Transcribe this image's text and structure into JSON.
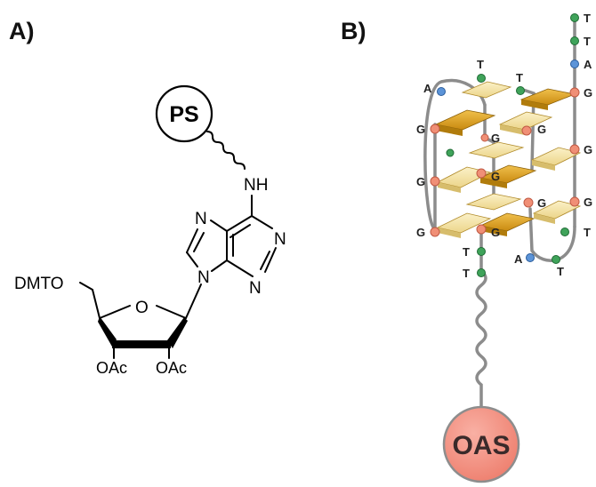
{
  "panels": {
    "a_label": "A)",
    "b_label": "B)"
  },
  "panel_a": {
    "ps_label": "PS",
    "nh": "NH",
    "n_upper_right": "N",
    "n_lower_right": "N",
    "n_imidazole_top": "N",
    "n_glycosidic": "N",
    "ring_oxygen": "O",
    "dmto": "DMTO",
    "oac_left": "OAc",
    "oac_right": "OAc"
  },
  "panel_b": {
    "oas_label": "OAS",
    "tail_t1": "T",
    "tail_t2": "T",
    "tail_a": "A",
    "g_right_1": "G",
    "g_right_2": "G",
    "g_right_3": "G",
    "loop_top_a": "A",
    "loop_top_t1": "T",
    "loop_top_t2": "T",
    "g_left_1": "G",
    "g_left_2": "G",
    "g_left_3": "G",
    "g_center_1": "G",
    "g_center_2": "G",
    "g_center_3": "G",
    "g_center_4": "G",
    "g_center_5": "G",
    "right_loop_t": "T",
    "bottom_loop_a": "A",
    "bottom_loop_t": "T",
    "linker_t1": "T",
    "linker_t2": "T"
  },
  "colors": {
    "guanine_dark": "#dca01c",
    "guanine_light": "#f7e7a8",
    "g_node": "#f08f76",
    "t_node": "#3fa35a",
    "a_node": "#5c94d8",
    "oas_fill": "#f58f7f",
    "backbone": "#8c8c8c"
  }
}
